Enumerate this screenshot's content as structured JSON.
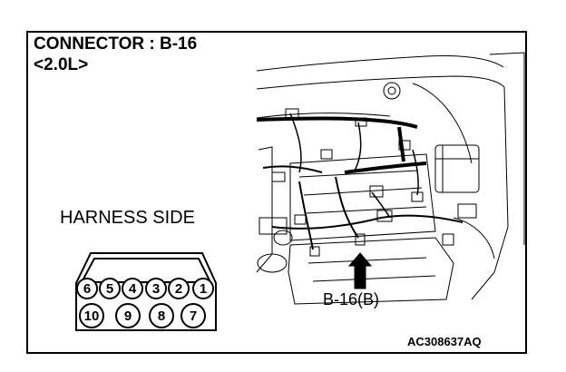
{
  "title": "CONNECTOR : B-16",
  "subtitle": "<2.0L>",
  "harness_label": "HARNESS SIDE",
  "callout_label": "B-16(B)",
  "figure_code": "AC308637AQ",
  "connector": {
    "top_row": [
      "6",
      "5",
      "4",
      "3",
      "2",
      "1"
    ],
    "bottom_row": [
      "10",
      "9",
      "8",
      "7"
    ]
  }
}
